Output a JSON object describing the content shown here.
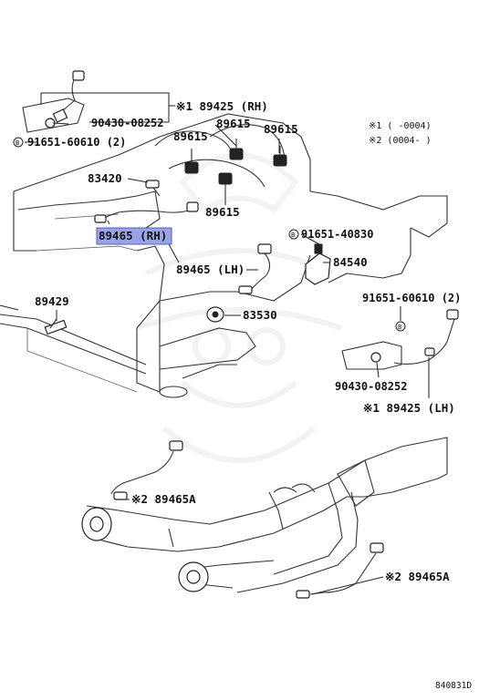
{
  "labels": {
    "p89425_rh": "※1 89425 (RH)",
    "p90430_top": "90430-08252",
    "p91651_top": "91651-60610 (2)",
    "p89615_a": "89615",
    "p89615_b": "89615",
    "p89615_c": "89615",
    "p89615_d": "89615",
    "p83420": "83420",
    "p89465_rh": "89465 (RH)",
    "p91651_mid": "91651-40830",
    "p89465_lh": "89465 (LH)",
    "p84540": "84540",
    "p89429": "89429",
    "p83530": "83530",
    "p91651_right": "91651-60610 (2)",
    "p90430_right": "90430-08252",
    "p89425_lh": "※1 89425 (LH)",
    "p89465a_top": "※2 89465A",
    "p89465a_bottom": "※2 89465A"
  },
  "notes": {
    "note1": "※1 (        -0004)",
    "note2": "※2 (0004-         )"
  },
  "footer": {
    "diagram_code": "840831D"
  },
  "colors": {
    "highlight": "#9aa3e6",
    "line": "#222222"
  }
}
